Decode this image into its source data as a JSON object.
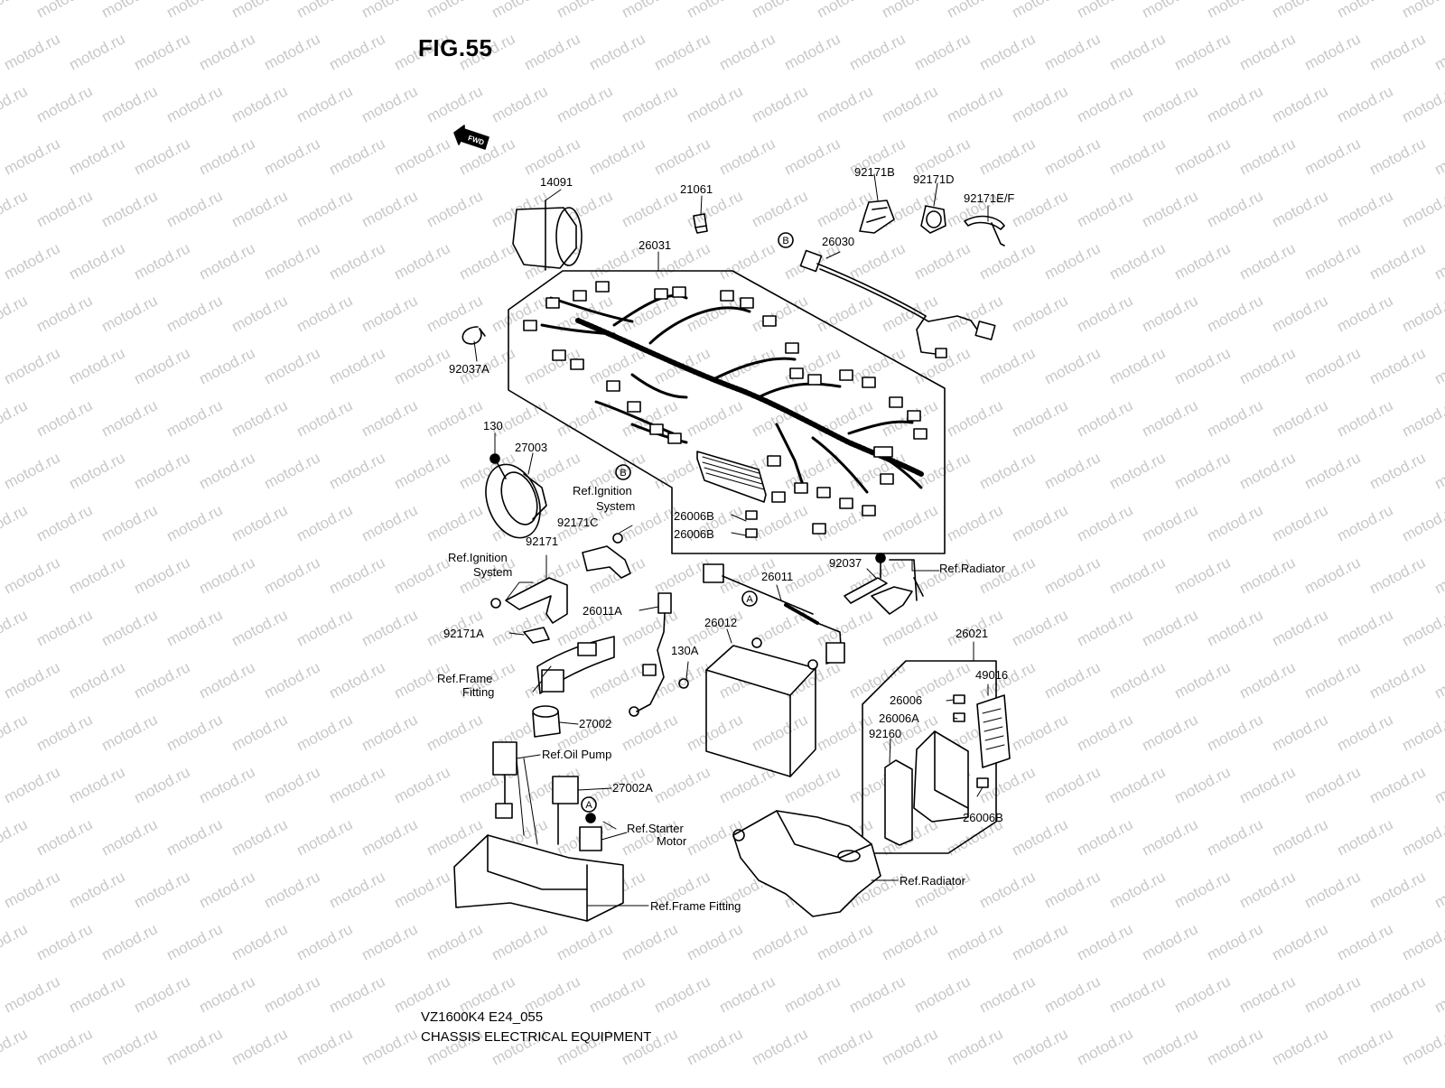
{
  "figure": {
    "title": "FIG.55",
    "fwd_label": "FWD"
  },
  "watermark": "motod.ru",
  "footer": {
    "model_code": "VZ1600K4 E24_055",
    "section_title": "CHASSIS ELECTRICAL EQUIPMENT"
  },
  "markers": {
    "a": "A",
    "b": "B"
  },
  "parts": [
    {
      "id": "14091",
      "label": "14091"
    },
    {
      "id": "21061",
      "label": "21061"
    },
    {
      "id": "92171B",
      "label": "92171B"
    },
    {
      "id": "92171D",
      "label": "92171D"
    },
    {
      "id": "92171EF",
      "label": "92171E/F"
    },
    {
      "id": "26031",
      "label": "26031"
    },
    {
      "id": "26030",
      "label": "26030"
    },
    {
      "id": "92037A",
      "label": "92037A"
    },
    {
      "id": "130",
      "label": "130"
    },
    {
      "id": "27003",
      "label": "27003"
    },
    {
      "id": "ref-ign-1a",
      "label": "Ref.Ignition"
    },
    {
      "id": "ref-ign-1b",
      "label": "System"
    },
    {
      "id": "92171C",
      "label": "92171C"
    },
    {
      "id": "26006B-1",
      "label": "26006B"
    },
    {
      "id": "26006B-2",
      "label": "26006B"
    },
    {
      "id": "ref-ign-2a",
      "label": "Ref.Ignition"
    },
    {
      "id": "ref-ign-2b",
      "label": "System"
    },
    {
      "id": "92171",
      "label": "92171"
    },
    {
      "id": "92037",
      "label": "92037"
    },
    {
      "id": "ref-rad-1",
      "label": "Ref.Radiator"
    },
    {
      "id": "26011",
      "label": "26011"
    },
    {
      "id": "26011A",
      "label": "26011A"
    },
    {
      "id": "92171A",
      "label": "92171A"
    },
    {
      "id": "26012",
      "label": "26012"
    },
    {
      "id": "130A",
      "label": "130A"
    },
    {
      "id": "26021",
      "label": "26021"
    },
    {
      "id": "ref-frame-1a",
      "label": "Ref.Frame"
    },
    {
      "id": "ref-frame-1b",
      "label": "Fitting"
    },
    {
      "id": "49016",
      "label": "49016"
    },
    {
      "id": "26006",
      "label": "26006"
    },
    {
      "id": "26006A",
      "label": "26006A"
    },
    {
      "id": "27002",
      "label": "27002"
    },
    {
      "id": "92160",
      "label": "92160"
    },
    {
      "id": "ref-oil",
      "label": "Ref.Oil Pump"
    },
    {
      "id": "27002A",
      "label": "27002A"
    },
    {
      "id": "26006B-3",
      "label": "26006B"
    },
    {
      "id": "ref-starter-a",
      "label": "Ref.Starter"
    },
    {
      "id": "ref-starter-b",
      "label": "Motor"
    },
    {
      "id": "ref-rad-2",
      "label": "Ref.Radiator"
    },
    {
      "id": "ref-frame-2",
      "label": "Ref.Frame Fitting"
    }
  ]
}
